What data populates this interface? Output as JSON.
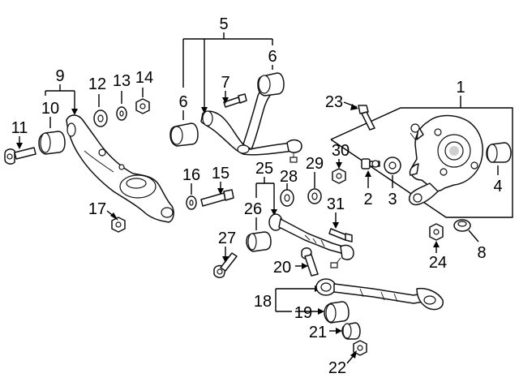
{
  "diagram": {
    "callouts": [
      {
        "id": "1",
        "text": "1"
      },
      {
        "id": "2",
        "text": "2"
      },
      {
        "id": "3",
        "text": "3"
      },
      {
        "id": "4",
        "text": "4"
      },
      {
        "id": "5",
        "text": "5"
      },
      {
        "id": "6a",
        "text": "6"
      },
      {
        "id": "6b",
        "text": "6"
      },
      {
        "id": "7",
        "text": "7"
      },
      {
        "id": "8",
        "text": "8"
      },
      {
        "id": "9",
        "text": "9"
      },
      {
        "id": "10",
        "text": "10"
      },
      {
        "id": "11",
        "text": "11"
      },
      {
        "id": "12",
        "text": "12"
      },
      {
        "id": "13",
        "text": "13"
      },
      {
        "id": "14",
        "text": "14"
      },
      {
        "id": "15",
        "text": "15"
      },
      {
        "id": "16",
        "text": "16"
      },
      {
        "id": "17",
        "text": "17"
      },
      {
        "id": "18",
        "text": "18"
      },
      {
        "id": "19",
        "text": "19"
      },
      {
        "id": "20",
        "text": "20"
      },
      {
        "id": "21",
        "text": "21"
      },
      {
        "id": "22",
        "text": "22"
      },
      {
        "id": "23",
        "text": "23"
      },
      {
        "id": "24",
        "text": "24"
      },
      {
        "id": "25",
        "text": "25"
      },
      {
        "id": "26",
        "text": "26"
      },
      {
        "id": "27",
        "text": "27"
      },
      {
        "id": "28",
        "text": "28"
      },
      {
        "id": "29",
        "text": "29"
      },
      {
        "id": "30",
        "text": "30"
      },
      {
        "id": "31",
        "text": "31"
      }
    ]
  }
}
